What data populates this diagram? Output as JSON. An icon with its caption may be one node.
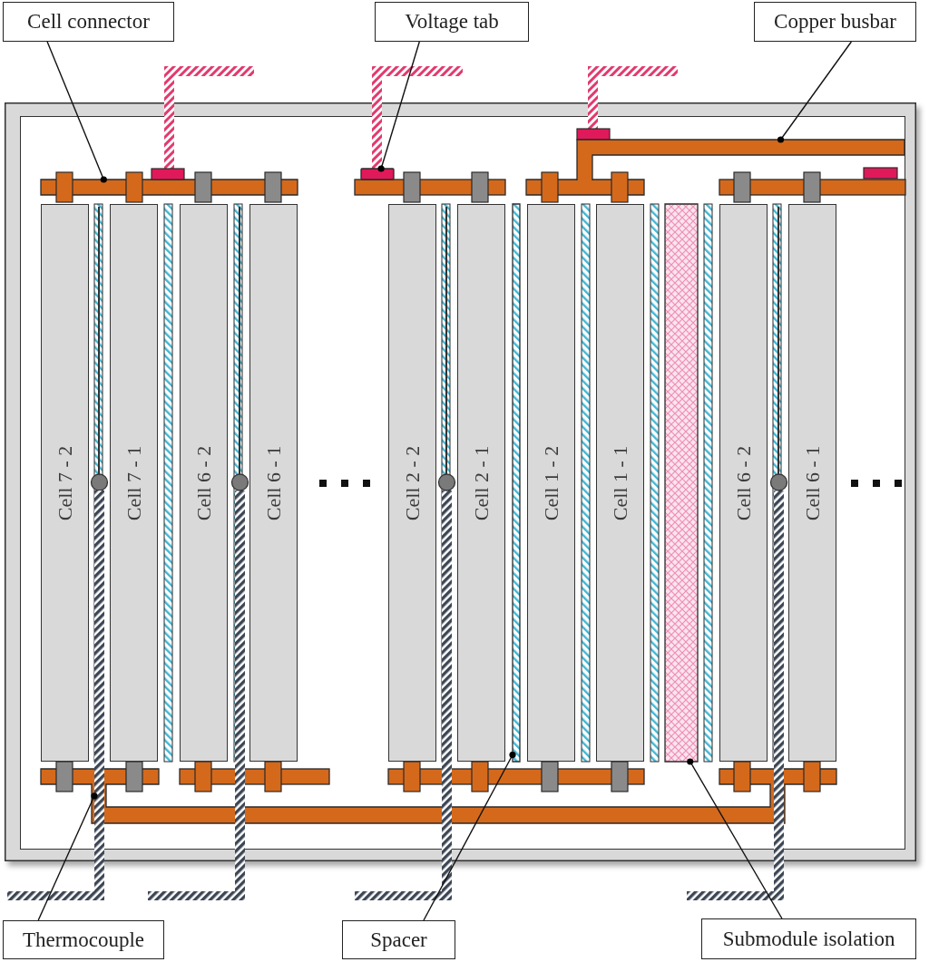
{
  "diagram": {
    "nodes": [
      {
        "text": [
          "Cell connector"
        ]
      },
      {
        "text": [
          "Voltage tab"
        ]
      },
      {
        "text": [
          "Copper busbar"
        ]
      },
      {
        "text": [],
        "shape": "box"
      },
      {
        "text": [
          "Cell 7 - 2"
        ],
        "in": 3
      },
      {
        "text": [
          "Cell 7 - 1"
        ],
        "in": 3
      },
      {
        "text": [
          "Cell 6 - 2"
        ],
        "in": 3
      },
      {
        "text": [
          "Cell 6 - 1"
        ],
        "in": 3
      },
      {
        "text": [
          "Cell 2 - 2"
        ],
        "in": 3
      },
      {
        "text": [
          "Cell 2 - 1"
        ],
        "in": 3
      },
      {
        "text": [
          "Cell 1 - 2"
        ],
        "in": 3
      },
      {
        "text": [
          "Cell 1 - 1"
        ],
        "in": 3
      },
      {
        "text": [
          "Cell 6 - 2"
        ],
        "in": 3
      },
      {
        "text": [
          "Cell 6 - 1"
        ],
        "in": 3
      },
      {
        "text": [],
        "shape": "bar",
        "in": 3
      },
      {
        "text": [],
        "shape": "box",
        "in": 3
      },
      {
        "text": [],
        "shape": "bar",
        "in": 3
      },
      {
        "text": [],
        "shape": "bar"
      },
      {
        "text": [],
        "shape": "bar",
        "in": 3
      },
      {
        "text": [],
        "shape": "bar",
        "in": 3
      },
      {
        "text": [
          "Thermocouple"
        ]
      },
      {
        "text": [
          "Spacer"
        ]
      },
      {
        "text": [
          "Submodule isolation"
        ]
      }
    ],
    "edges": [
      {
        "from": 0,
        "to": 14,
        "arrow": "other"
      },
      {
        "from": 1,
        "to": 15,
        "arrow": "other"
      },
      {
        "from": 2,
        "to": 16,
        "arrow": "other"
      },
      {
        "from": 20,
        "to": 17,
        "arrow": "other"
      },
      {
        "from": 21,
        "to": 18,
        "arrow": "other"
      },
      {
        "from": 22,
        "to": 19,
        "arrow": "other"
      }
    ]
  }
}
